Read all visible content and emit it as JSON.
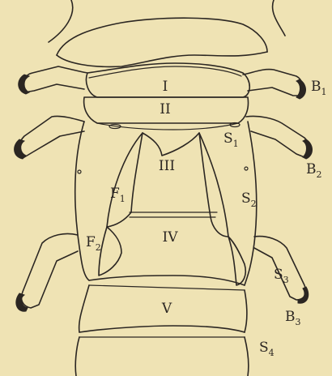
{
  "figure": {
    "segments": [
      "I",
      "II",
      "III",
      "IV",
      "V"
    ],
    "labels": {
      "B1": {
        "main": "B",
        "sub": "1"
      },
      "B2": {
        "main": "B",
        "sub": "2"
      },
      "B3": {
        "main": "B",
        "sub": "3"
      },
      "S1": {
        "main": "S",
        "sub": "1"
      },
      "S2": {
        "main": "S",
        "sub": "2"
      },
      "S3": {
        "main": "S",
        "sub": "3"
      },
      "S4": {
        "main": "S",
        "sub": "4"
      },
      "F1": {
        "main": "F",
        "sub": "1"
      },
      "F2": {
        "main": "F",
        "sub": "2"
      }
    }
  }
}
